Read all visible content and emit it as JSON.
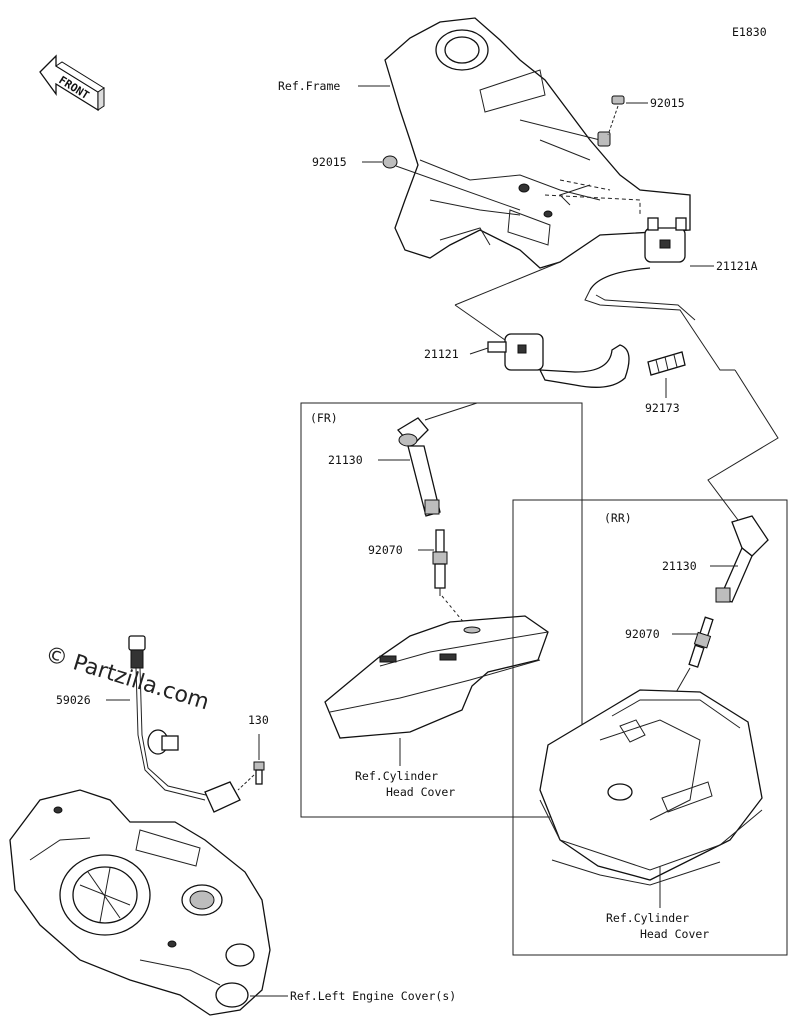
{
  "diagram_code": "E1830",
  "front_label": "FRONT",
  "watermark": "© Partzilla.com",
  "labels": {
    "ref_frame": "Ref.Frame",
    "p92015_top": "92015",
    "p92015_left": "92015",
    "p21121A": "21121A",
    "p21121": "21121",
    "p92173": "92173",
    "fr": "(FR)",
    "rr": "(RR)",
    "p21130_fr": "21130",
    "p92070_fr": "92070",
    "p21130_rr": "21130",
    "p92070_rr": "92070",
    "cyl_fr_1": "Ref.Cylinder",
    "cyl_fr_2": "Head Cover",
    "cyl_rr_1": "Ref.Cylinder",
    "cyl_rr_2": "Head Cover",
    "p59026": "59026",
    "p130": "130",
    "ref_left_engine_cover": "Ref.Left Engine Cover(s)"
  }
}
